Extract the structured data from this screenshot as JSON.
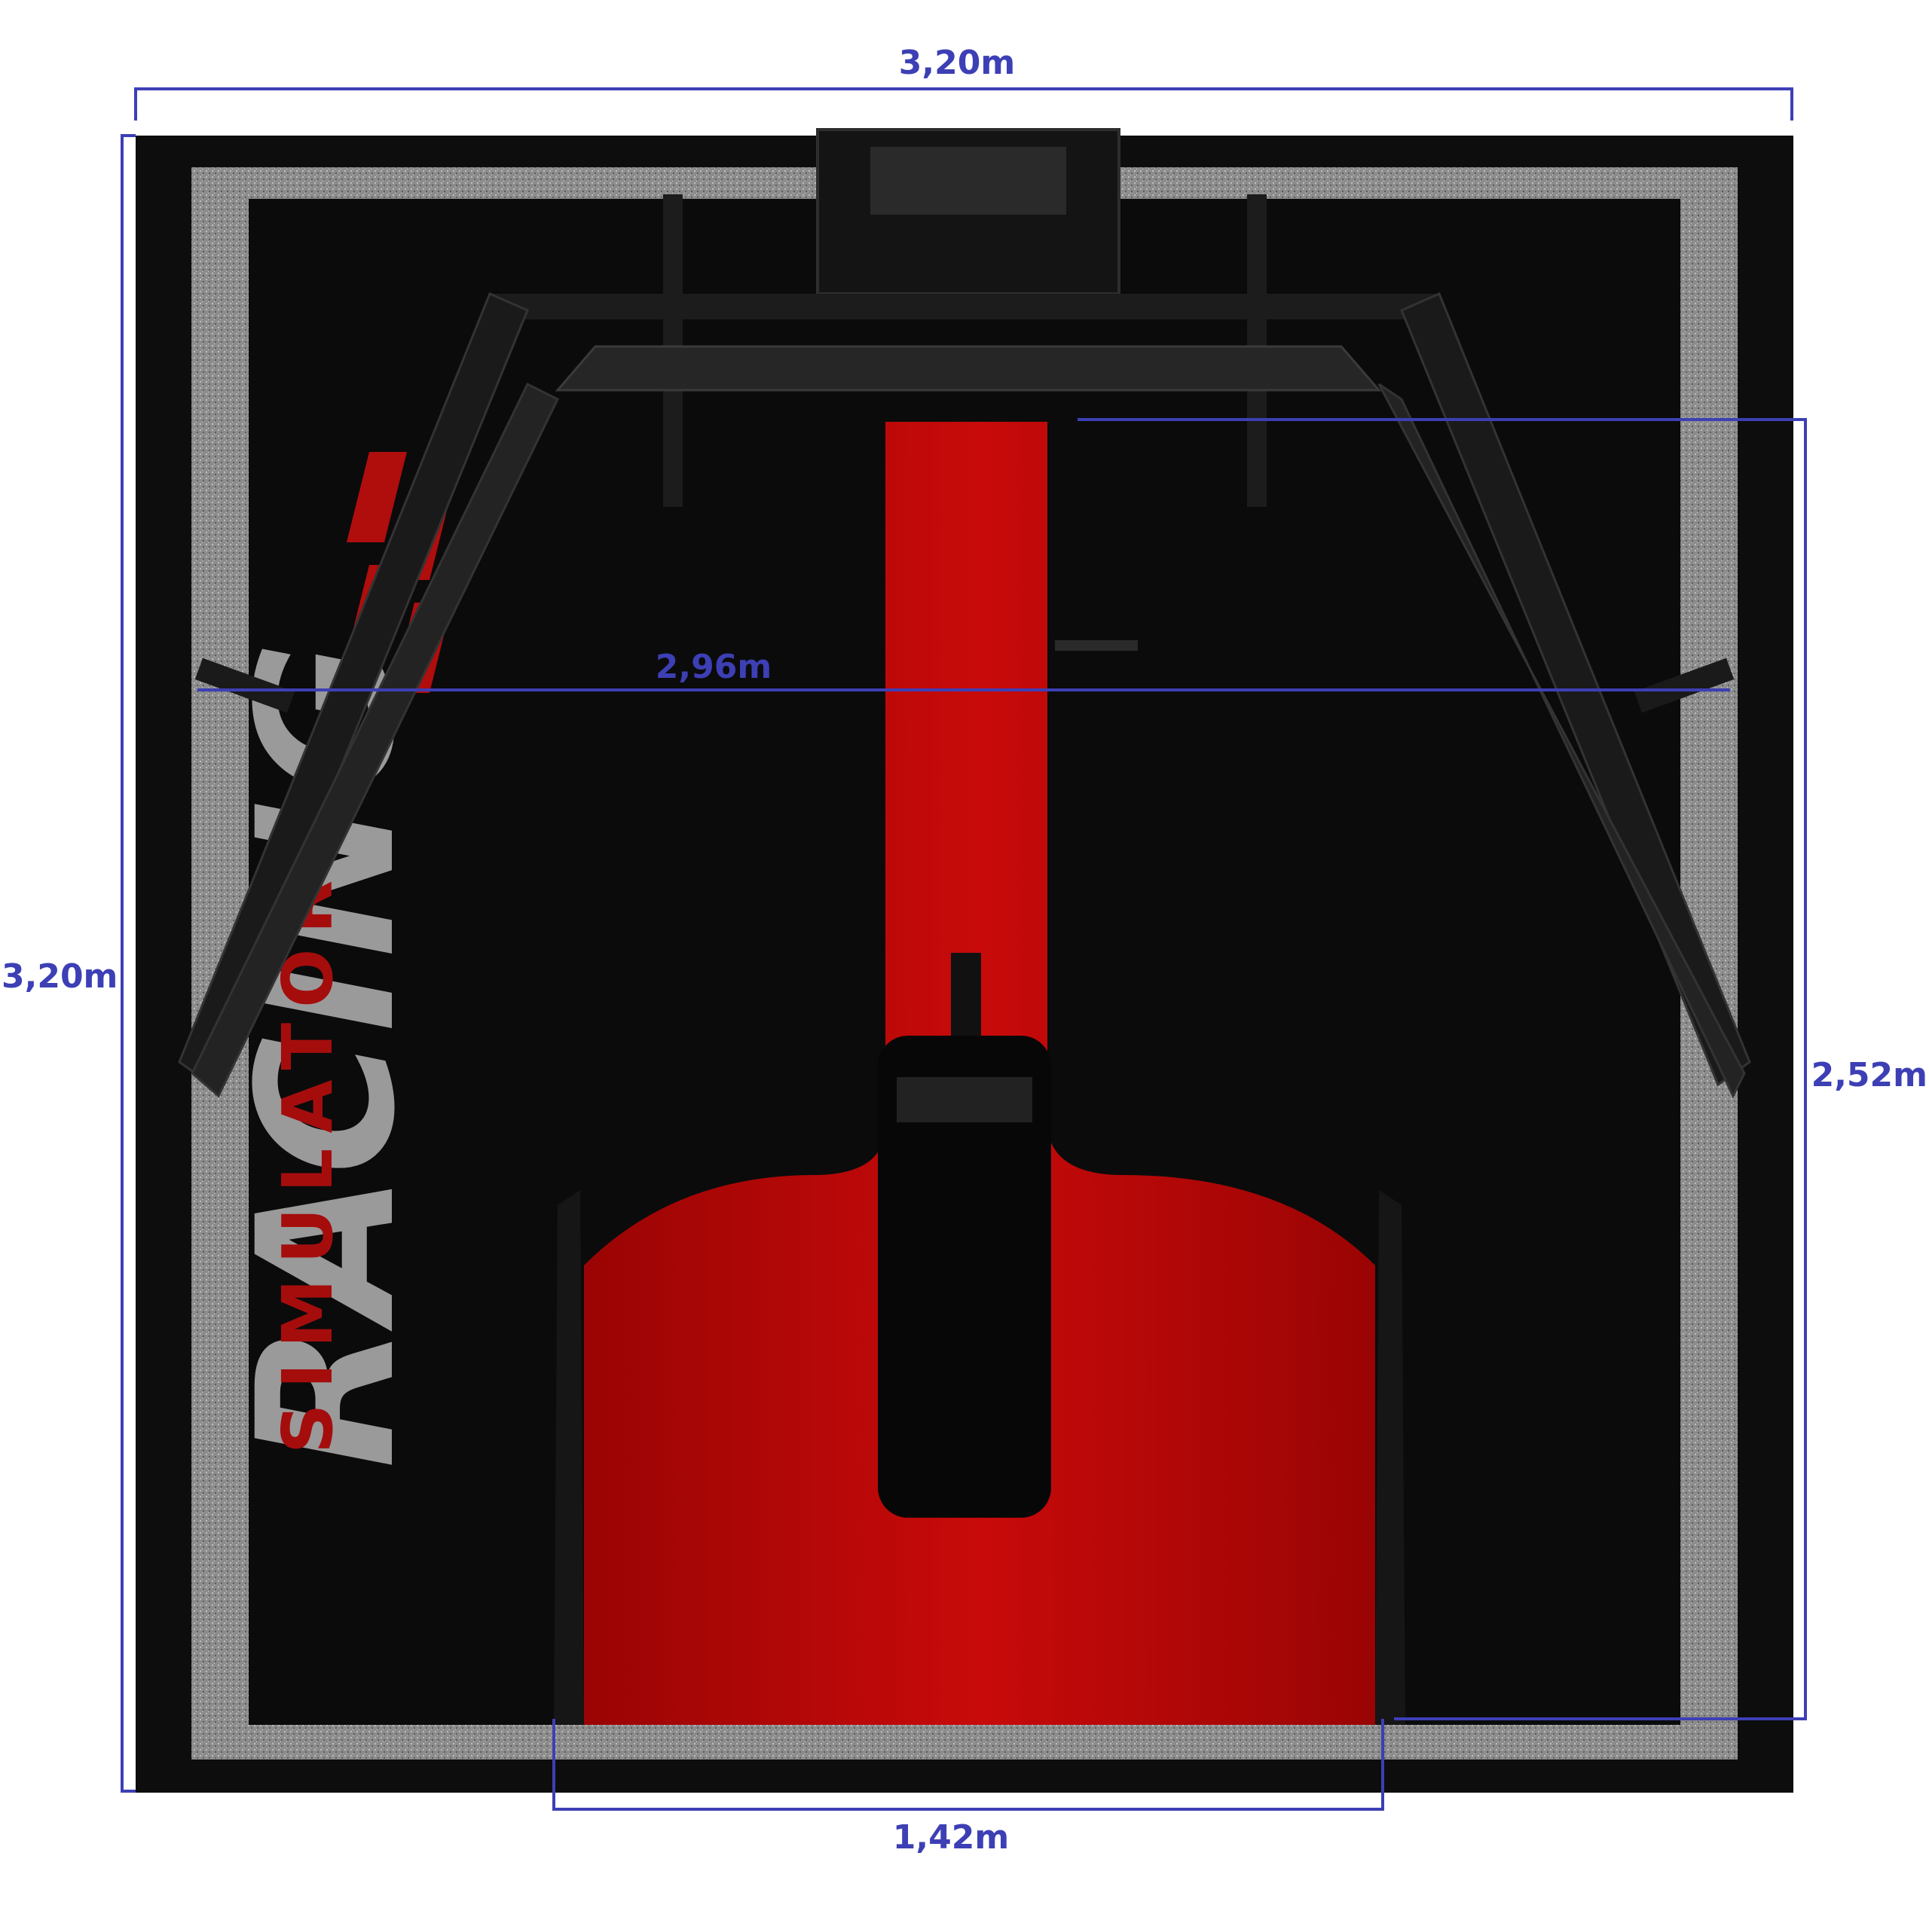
{
  "colors": {
    "dimension": "#3d3fb5",
    "mat": "#0d0d0d",
    "mat_border": "#8a8a8a",
    "cockpit": "#c40808",
    "brand_sub": "#a50d0d"
  },
  "brand": {
    "name_visible": "RACING",
    "tagline": "SIMULATORS",
    "logo_mark": "red-slashes-logo"
  },
  "dimensions": {
    "top_width": "3,20m",
    "left_height": "3,20m",
    "rig_width": "2,96m",
    "cockpit_length": "2,52m",
    "cockpit_width": "1,42m"
  }
}
